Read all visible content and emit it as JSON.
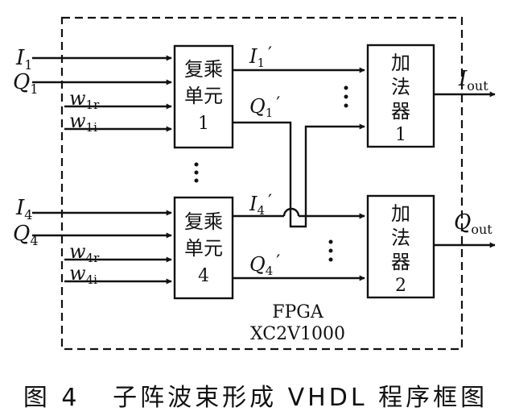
{
  "fpga": {
    "name": "FPGA",
    "model": "XC2V1000"
  },
  "inputs": {
    "i1": {
      "base": "I",
      "sub": "1"
    },
    "q1": {
      "base": "Q",
      "sub": "1"
    },
    "w1r": {
      "base": "w",
      "sub": "1r"
    },
    "w1i": {
      "base": "w",
      "sub": "1i"
    },
    "i4": {
      "base": "I",
      "sub": "4"
    },
    "q4": {
      "base": "Q",
      "sub": "4"
    },
    "w4r": {
      "base": "w",
      "sub": "4r"
    },
    "w4i": {
      "base": "w",
      "sub": "4i"
    }
  },
  "multipliers": [
    {
      "line1": "复乘",
      "line2": "单元",
      "index": "1"
    },
    {
      "line1": "复乘",
      "line2": "单元",
      "index": "4"
    }
  ],
  "adders": [
    {
      "line1": "加",
      "line2": "法",
      "line3": "器",
      "index": "1"
    },
    {
      "line1": "加",
      "line2": "法",
      "line3": "器",
      "index": "2"
    }
  ],
  "intermediate": {
    "i1p": {
      "base": "I",
      "sub": "1",
      "prime": "′"
    },
    "q1p": {
      "base": "Q",
      "sub": "1",
      "prime": "′"
    },
    "i4p": {
      "base": "I",
      "sub": "4",
      "prime": "′"
    },
    "q4p": {
      "base": "Q",
      "sub": "4",
      "prime": "′"
    }
  },
  "outputs": {
    "iout": {
      "base": "I",
      "sub": "out"
    },
    "qout": {
      "base": "Q",
      "sub": "out"
    }
  },
  "caption": "图 4   子阵波束形成 VHDL 程序框图"
}
